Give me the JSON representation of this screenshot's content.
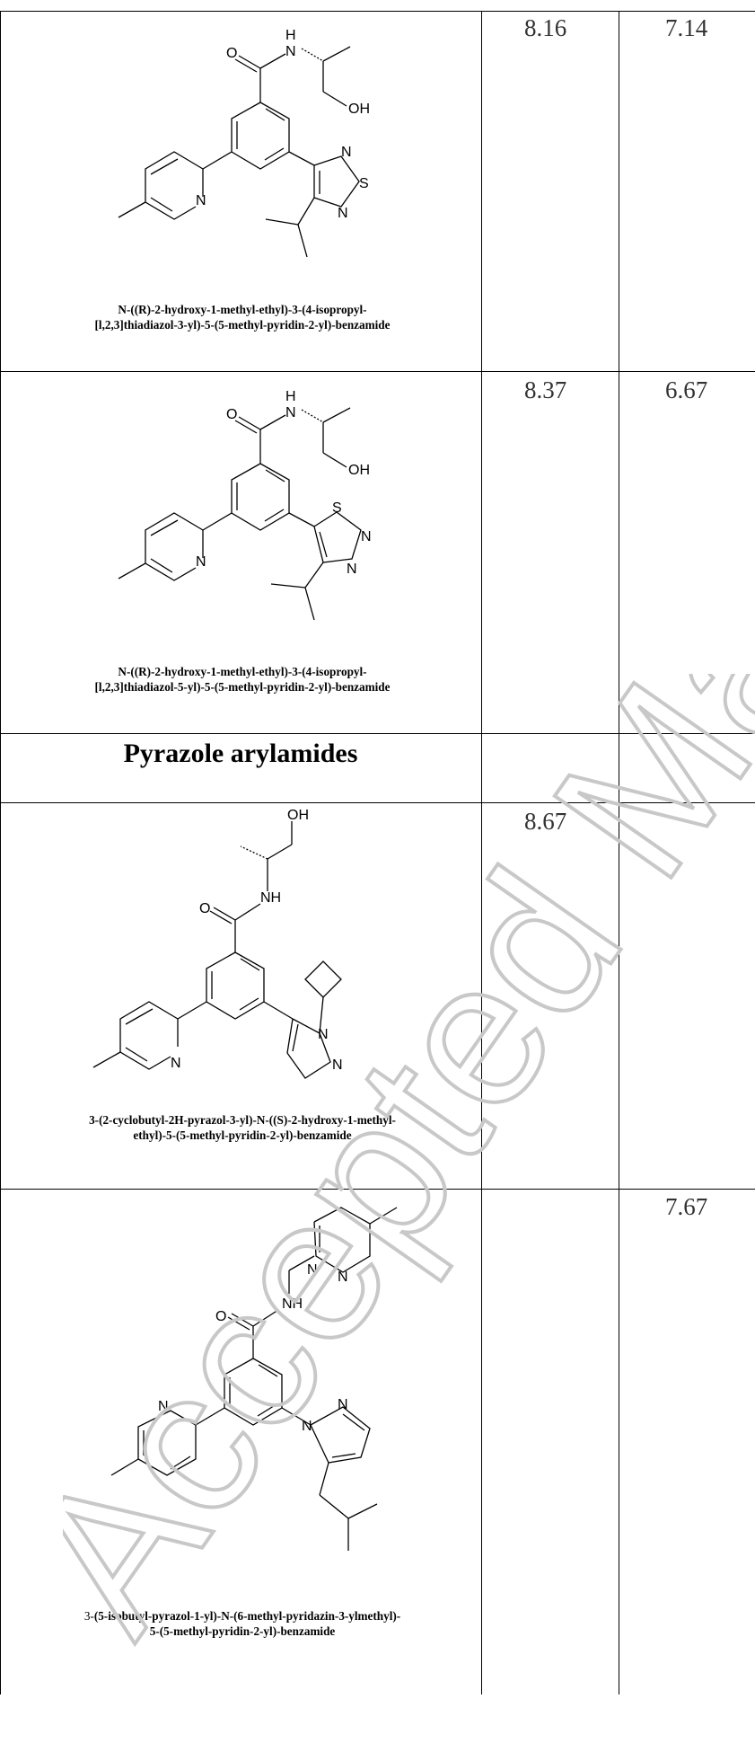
{
  "rows": [
    {
      "compound_name": "N-((R)-2-hydroxy-1-methyl-ethyl)-3-(4-isopropyl-[l,2,3]thiadiazol-3-yl)-5-(5-methyl-pyridin-2-yl)-benzamide",
      "name_line1": "N-((R)-2-hydroxy-1-methyl-ethyl)-3-(4-isopropyl-",
      "name_line2": "[l,2,3]thiadiazol-3-yl)-5-(5-methyl-pyridin-2-yl)-benzamide",
      "value_1": "8.16",
      "value_2": "7.14",
      "atoms": {
        "o": "O",
        "nh": "H",
        "n_amide": "N",
        "oh": "OH",
        "n_pyr": "N",
        "n1": "N",
        "s": "S",
        "n2": "N"
      }
    },
    {
      "compound_name": "N-((R)-2-hydroxy-1-methyl-ethyl)-3-(4-isopropyl-[l,2,3]thiadiazol-5-yl)-5-(5-methyl-pyridin-2-yl)-benzamide",
      "name_line1": "N-((R)-2-hydroxy-1-methyl-ethyl)-3-(4-isopropyl-",
      "name_line2": "[l,2,3]thiadiazol-5-yl)-5-(5-methyl-pyridin-2-yl)-benzamide",
      "value_1": "8.37",
      "value_2": "6.67",
      "atoms": {
        "o": "O",
        "nh": "H",
        "n_amide": "N",
        "oh": "OH",
        "n_pyr": "N",
        "s": "S",
        "n1": "N",
        "n2": "N"
      }
    },
    {
      "section_title": "Pyrazole arylamides"
    },
    {
      "compound_name": "3-(2-cyclobutyl-2H-pyrazol-3-yl)-N-((S)-2-hydroxy-1-methyl-ethyl)-5-(5-methyl-pyridin-2-yl)-benzamide",
      "name_line1": "3-(2-cyclobutyl-2H-pyrazol-3-yl)-N-((S)-2-hydroxy-1-methyl-",
      "name_line2": "ethyl)-5-(5-methyl-pyridin-2-yl)-benzamide",
      "value_1": "8.67",
      "value_2": "",
      "atoms": {
        "oh": "OH",
        "o": "O",
        "nh": "NH",
        "n_pyr": "N",
        "n1": "N",
        "n2": "N"
      }
    },
    {
      "compound_name": "3-(5-isobutyl-pyrazol-1-yl)-N-(6-methyl-pyridazin-3-ylmethyl)-5-(5-methyl-pyridin-2-yl)-benzamide",
      "name_line1_prefix": "3-",
      "name_line1": "(5-isobutyl-pyrazol-1-yl)-N-(6-methyl-pyridazin-3-ylmethyl)-",
      "name_line2": "5-(5-methyl-pyridin-2-yl)-benzamide",
      "value_1": "",
      "value_2": "7.67",
      "atoms": {
        "n_pdz1": "N",
        "n_pdz2": "N",
        "o": "O",
        "nh": "NH",
        "n_pyr": "N",
        "n1": "N",
        "n2": "N"
      }
    }
  ],
  "watermark": "Accepted Manuscript"
}
